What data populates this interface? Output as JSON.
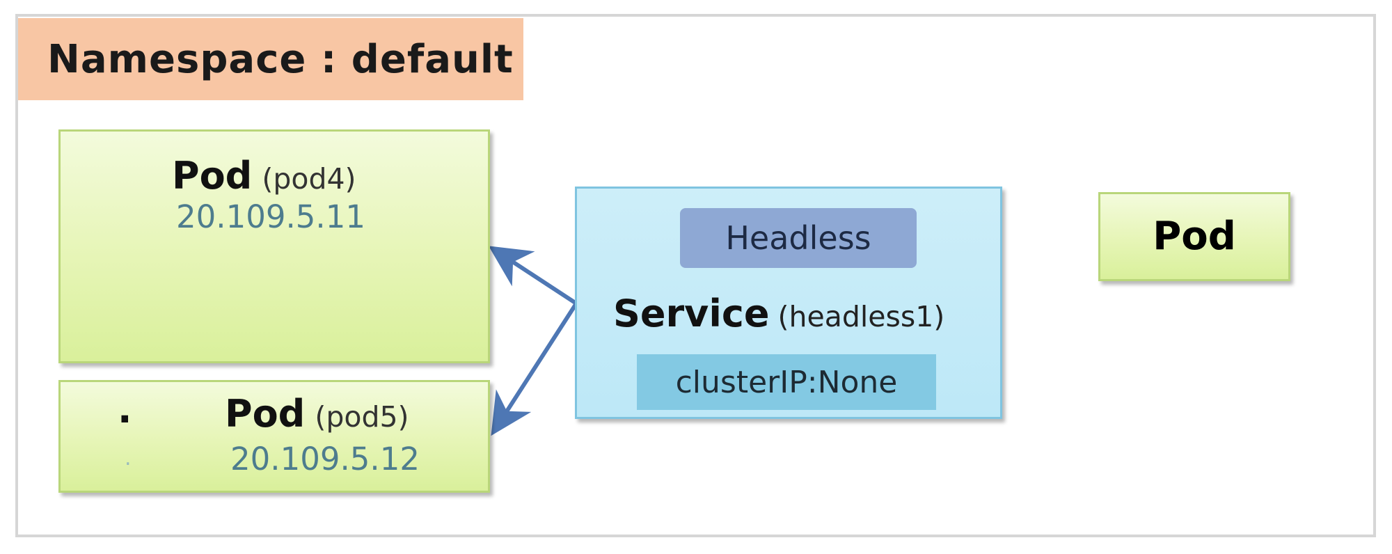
{
  "namespace": {
    "label": "Namespace : default"
  },
  "pods": {
    "pod4": {
      "title": "Pod",
      "name": "(pod4)",
      "ip": "20.109.5.11"
    },
    "pod5": {
      "title": "Pod",
      "name": "(pod5)",
      "ip": "20.109.5.12",
      "marker": ".",
      "marker_small": "."
    },
    "pod_right": {
      "title": "Pod"
    }
  },
  "service": {
    "type_badge": "Headless",
    "title": "Service",
    "name": "(headless1)",
    "cluster_ip": "clusterIP:None"
  },
  "colors": {
    "namespace_fill": "#f8c6a4",
    "pod_fill": "#e6f5b6",
    "service_fill": "#bde8f7",
    "headless_badge": "#8ea8d4",
    "cluster_badge": "#83c9e3",
    "arrow": "#4e77b4",
    "ip_text": "#4d7c8e"
  }
}
